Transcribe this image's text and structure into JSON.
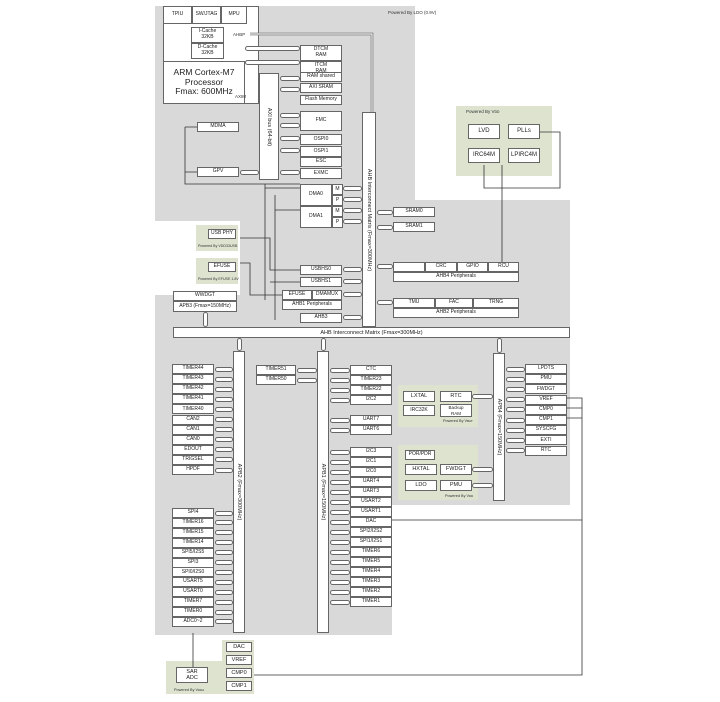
{
  "power_labels": {
    "ldo": "Powered By LDO (0.9V)",
    "vdd_top": "Powered By Vᴅᴅ",
    "usb_phy": "Powered By VDD33USB",
    "efuse": "Powered By EFUSE 1.8V",
    "vbat": "Powered By Vʙᴀᴛ",
    "vdd_mid": "Powered By Vᴅᴅ",
    "vdda": "Powered By Vᴅᴅᴀ"
  },
  "core": {
    "tpiu": "TPIU",
    "swjtag": "SW/JTAG",
    "mpu": "MPU",
    "icache": "I-Cache 32KB",
    "dcache": "D-Cache 32KB",
    "processor_l1": "ARM Cortex-M7",
    "processor_l2": "Processor",
    "processor_l3": "Fmax: 600MHz",
    "ahbp": "AHBP",
    "axim": "AXIM"
  },
  "axi_bus": {
    "label": "AXI bus (64-bit)"
  },
  "memories": [
    "DTCM RAM",
    "ITCM RAM",
    "RAM shared",
    "AXI SRAM",
    "Flash Memory"
  ],
  "axi_slaves": [
    "FMC",
    "OSPI0",
    "OSPI1",
    "ESC",
    "EXMC"
  ],
  "mdma": "MDMA",
  "gpv": "GPV",
  "dma": [
    {
      "name": "DMA0",
      "ports": [
        "M",
        "P"
      ]
    },
    {
      "name": "DMA1",
      "ports": [
        "M",
        "P"
      ]
    }
  ],
  "sram": [
    "SRAM0",
    "SRAM1"
  ],
  "ahb_matrix_vertical": "AHB Interconnect Matrix (Fmax=300MHz)",
  "ahb_matrix_horizontal": "AHB Interconnect Matrix (Fmax=300MHz)",
  "clock_block": {
    "lvd": "LVD",
    "plls": "PLLs",
    "irc64m": "IRC64M",
    "lpirc4m": "LPIRC4M"
  },
  "usb_phy": "USB PHY",
  "efuse_ext": "EFUSE",
  "usbhs": [
    "USBHS0",
    "USBHS1"
  ],
  "ahb1": {
    "efuse": "EFUSE",
    "dmamux": "DMAMUX",
    "label": "AHB1 Peripherals"
  },
  "ahb3": "AHB3",
  "ahb4": {
    "items": [
      "",
      "CRC",
      "GPIO",
      "RCU"
    ],
    "label": "AHB4 Peripherals"
  },
  "ahb2": {
    "items": [
      "TMU",
      "FAC",
      "TRNG"
    ],
    "label": "AHB2 Peripherals"
  },
  "apb3": {
    "wwdgt": "WWDGT",
    "label": "APB3 (Fmax=150MHz)"
  },
  "apb2": {
    "label": "APB2 (Fmax=300MHz)",
    "group1": [
      "TIMER44",
      "TIMER43",
      "TIMER42",
      "TIMER41",
      "TIMER40",
      "CAN2",
      "CAN1",
      "CAN0",
      "EDOUT",
      "TRIGSEL",
      "HPDF"
    ],
    "group2": [
      "SPI4",
      "TIMER16",
      "TIMER15",
      "TIMER14",
      "SPI5/I2S5",
      "SPI3",
      "SPI0/I2S0",
      "USART5",
      "USART0",
      "TIMER7",
      "TIMER0",
      "ADC0~2"
    ]
  },
  "apb1": {
    "label": "APB1 (Fmax=150MHz)",
    "left": [
      "TIMER51",
      "TIMER50"
    ],
    "group1": [
      "CTC",
      "TIMER23",
      "TIMER22",
      "I2C2"
    ],
    "group2": [
      "UART7",
      "UART6"
    ],
    "group3": [
      "I2C3",
      "I2C1",
      "I2C0",
      "UART4",
      "UART3",
      "USART2",
      "USART1",
      "DAC",
      "SPI2/I2S2",
      "SPI1/I2S1",
      "TIMER6",
      "TIMER5",
      "TIMER4",
      "TIMER3",
      "TIMER2",
      "TIMER1"
    ]
  },
  "backup": {
    "lxtal": "LXTAL",
    "rtc": "RTC",
    "irc32k": "IRC32K",
    "backup_ram": "Backup RAM"
  },
  "power_block": {
    "por": "POR/PDR",
    "hxtal": "HXTAL",
    "fwdgt": "FWDGT",
    "ldo": "LDO",
    "pmu": "PMU"
  },
  "apb4": {
    "label": "APB4 (Fmax=150MHz)",
    "items": [
      "LPDTS",
      "PMU",
      "FWDGT",
      "VREF",
      "CMP0",
      "CMP1",
      "SYSCFG",
      "EXTI",
      "RTC"
    ]
  },
  "analog": {
    "sar_adc_l1": "SAR",
    "sar_adc_l2": "ADC",
    "items": [
      "DAC",
      "VREF",
      "CMP0",
      "CMP1"
    ]
  }
}
